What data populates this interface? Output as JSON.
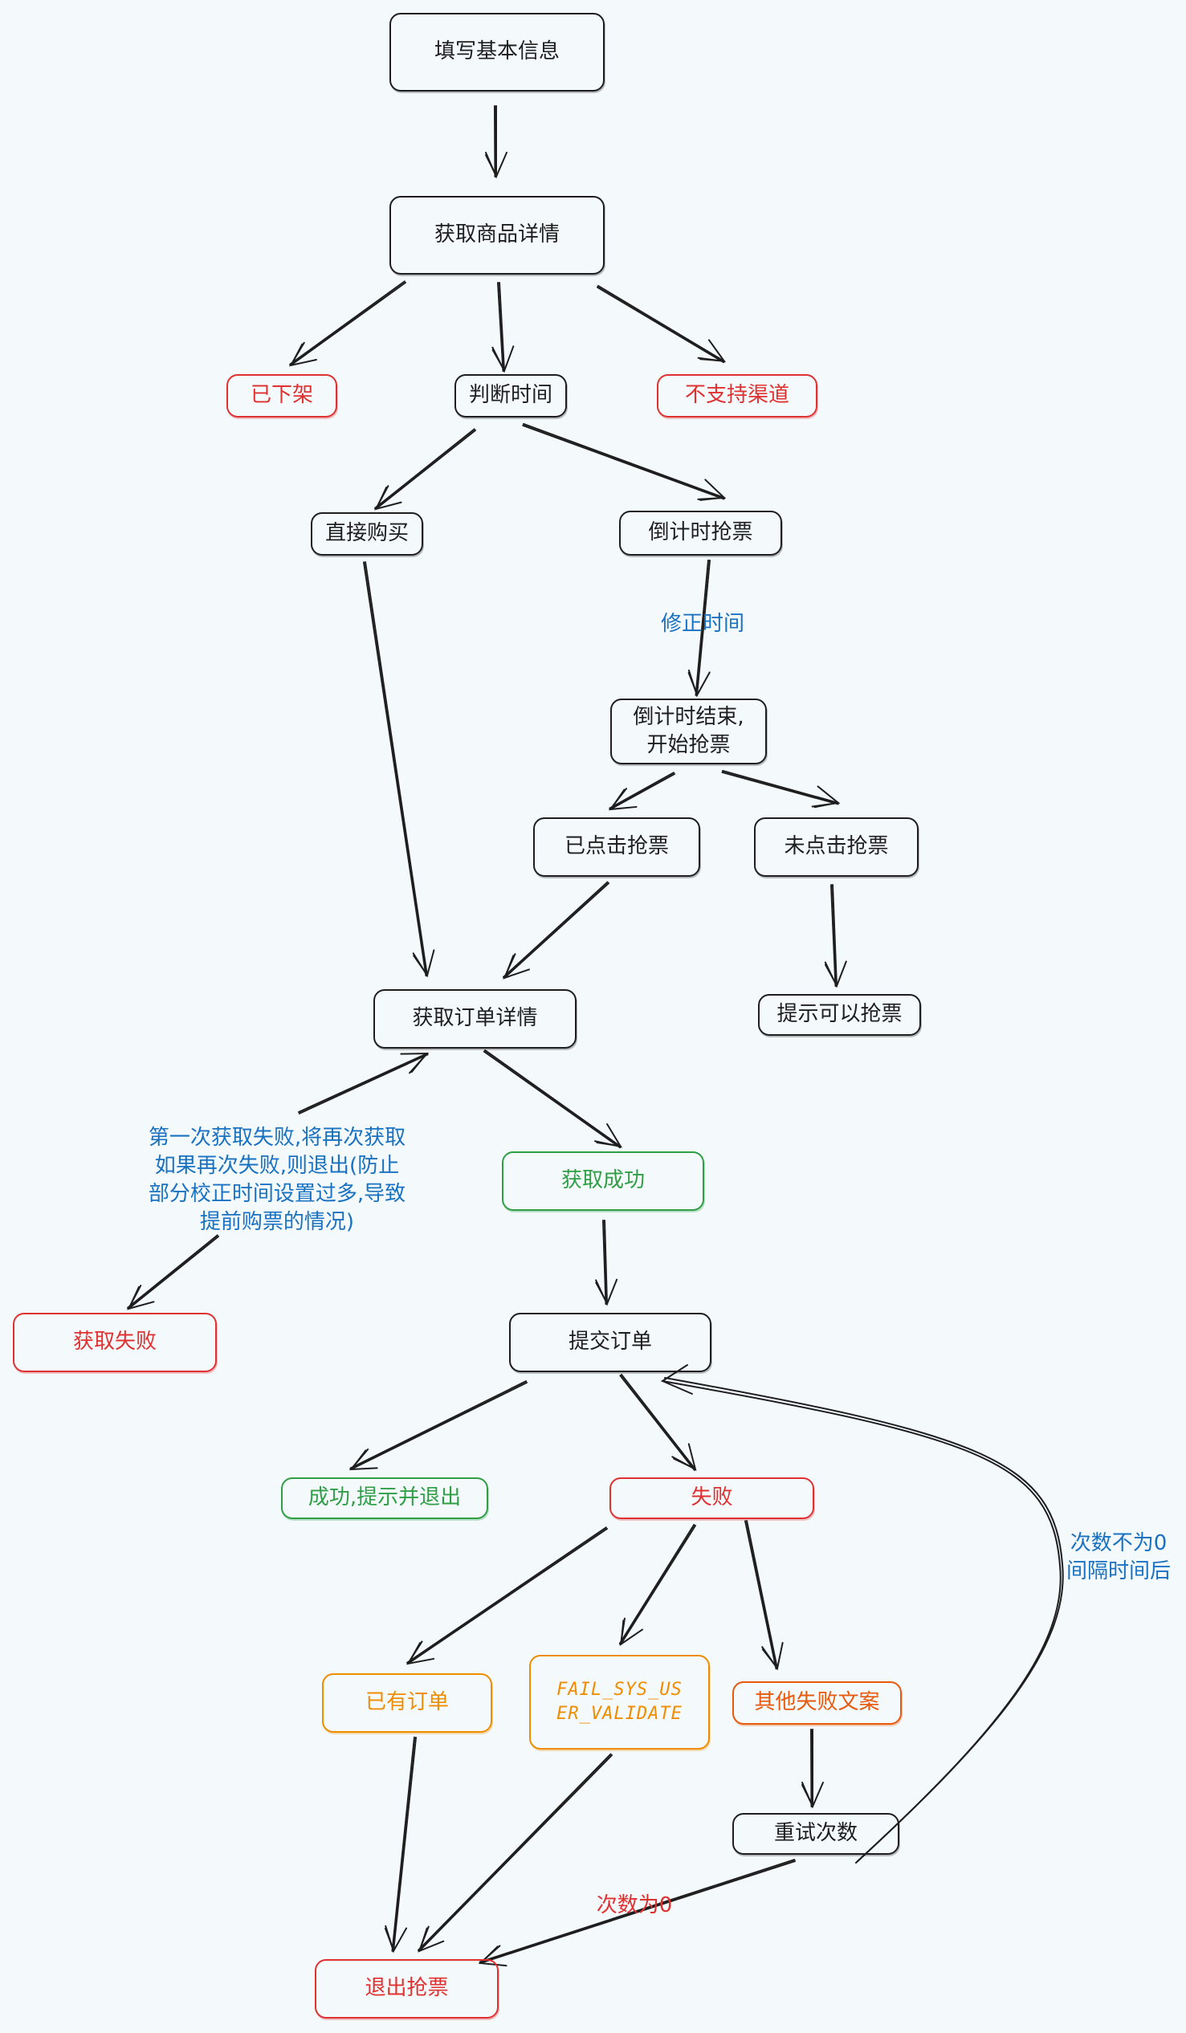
{
  "colors": {
    "background": "#f4f9fc",
    "stroke": "#1e1e1e",
    "red": "#e03131",
    "green": "#2f9e44",
    "orange": "#f08c00",
    "dark_orange": "#e8590c",
    "blue": "#1971c2"
  },
  "nodes": {
    "fill_info": "填写基本信息",
    "get_product": "获取商品详情",
    "offline": "已下架",
    "judge_time": "判断时间",
    "unsupported_channel": "不支持渠道",
    "buy_direct": "直接购买",
    "countdown": "倒计时抢票",
    "countdown_end": "倒计时结束,\n开始抢票",
    "clicked": "已点击抢票",
    "not_clicked": "未点击抢票",
    "get_order": "获取订单详情",
    "prompt": "提示可以抢票",
    "get_success": "获取成功",
    "get_fail": "获取失败",
    "submit_order": "提交订单",
    "success_exit": "成功,提示并退出",
    "fail": "失败",
    "has_order": "已有订单",
    "fail_sys": "FAIL_SYS_US\nER_VALIDATE",
    "other_fail": "其他失败文案",
    "retry_count": "重试次数",
    "exit": "退出抢票"
  },
  "labels": {
    "fix_time": "修正时间",
    "fail_note": "第一次获取失败,将再次获取\n如果再次失败,则退出(防止\n部分校正时间设置过多,导致\n提前购票的情况)",
    "retry_nonzero": "次数不为0\n间隔时间后",
    "retry_zero": "次数为0"
  }
}
